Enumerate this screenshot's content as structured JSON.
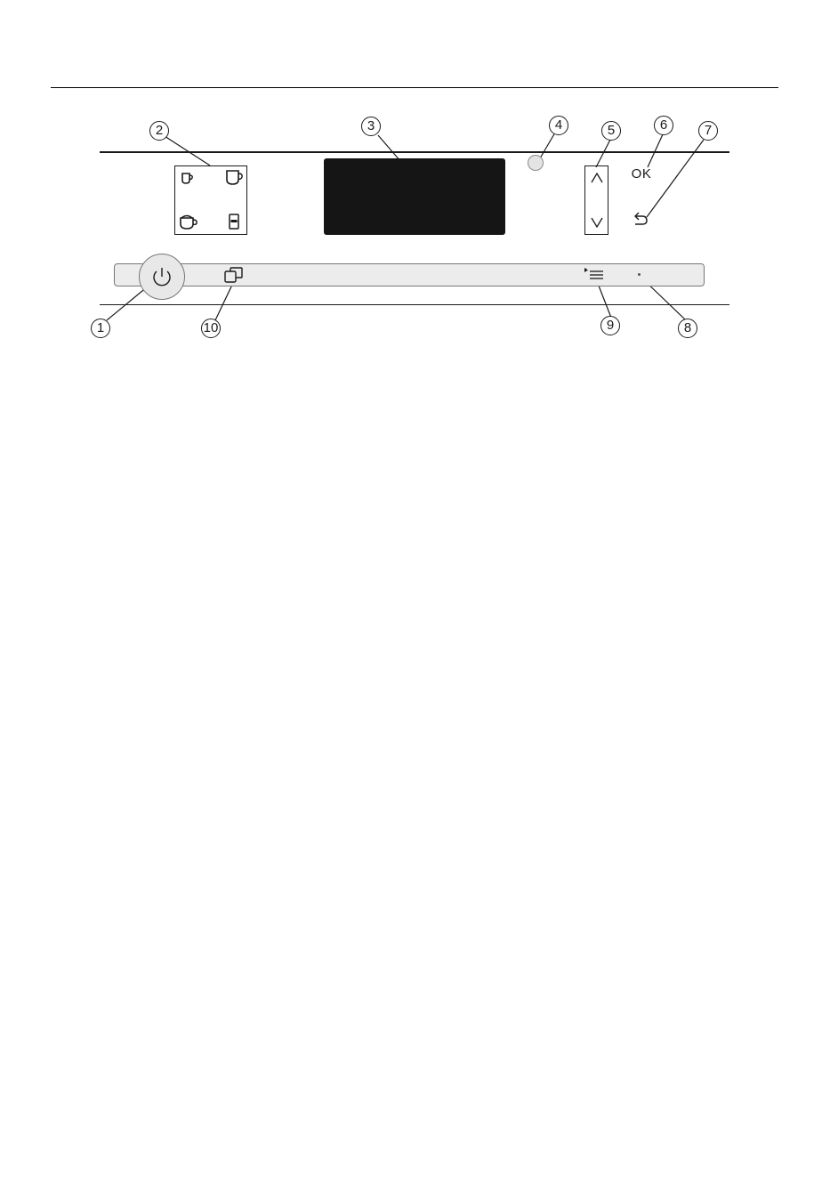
{
  "diagram": {
    "ok_label": "OK",
    "callouts": [
      "1",
      "2",
      "3",
      "4",
      "5",
      "6",
      "7",
      "8",
      "9",
      "10"
    ]
  }
}
